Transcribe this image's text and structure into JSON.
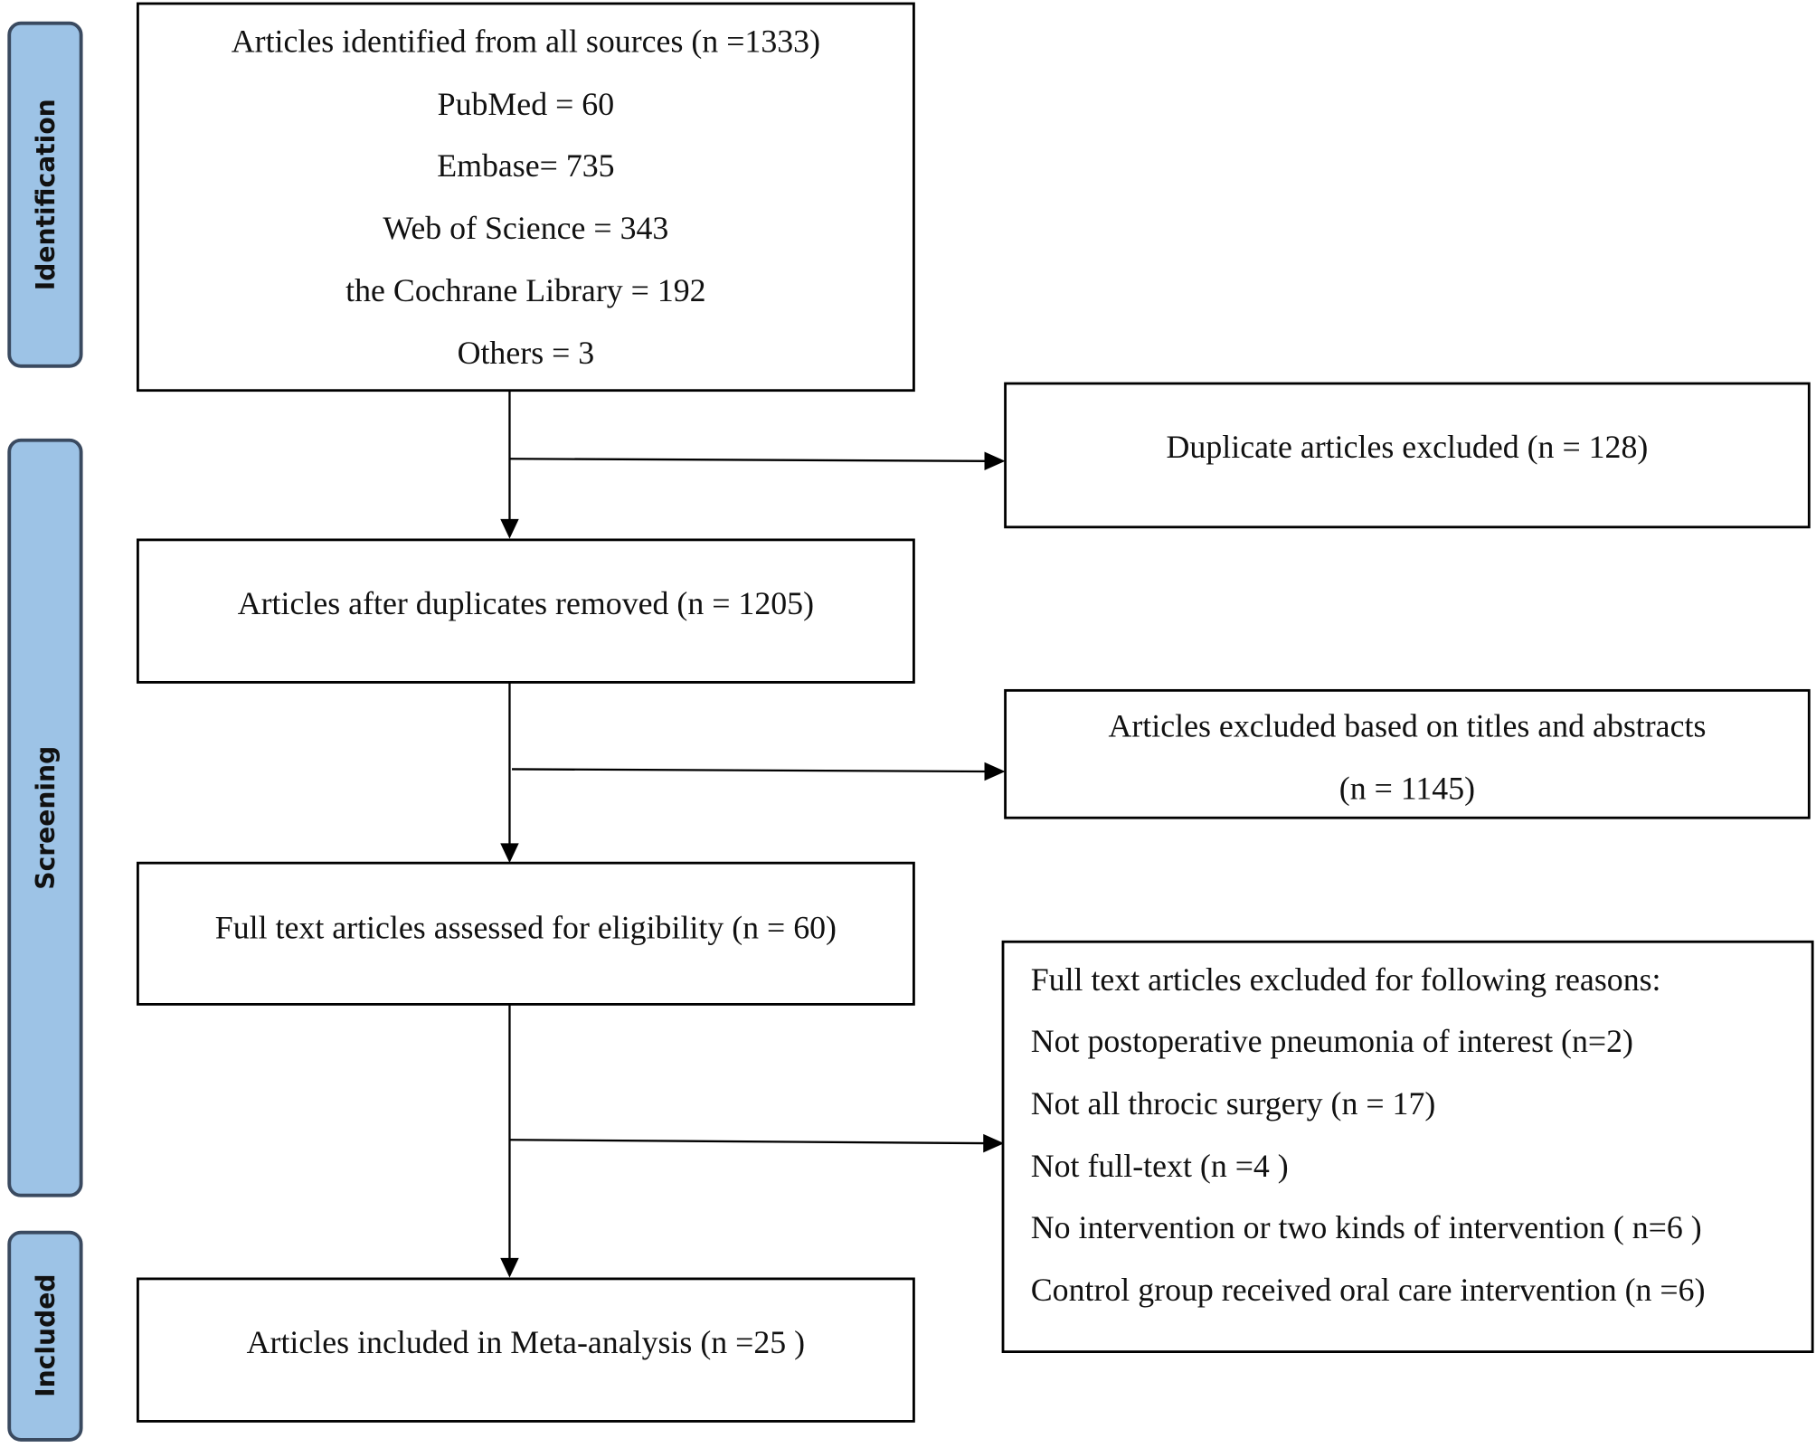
{
  "stages": {
    "identification": "Identification",
    "screening": "Screening",
    "included": "Included"
  },
  "colors": {
    "stage_fill": "#9dc3e6",
    "stage_border": "#3a4a60",
    "box_border": "#000000"
  },
  "identified": {
    "title": "Articles identified from all sources (n =1333)",
    "sources": [
      "PubMed = 60",
      "Embase= 735",
      "Web of Science = 343",
      "the Cochrane Library = 192",
      "Others = 3"
    ]
  },
  "duplicates_excluded": "Duplicate articles excluded (n = 128)",
  "after_duplicates": "Articles after duplicates removed (n = 1205)",
  "title_abstract_excluded": [
    "Articles excluded based on titles and abstracts",
    "(n = 1145)"
  ],
  "full_text_assessed": "Full text articles assessed for eligibility (n = 60)",
  "full_text_excluded": {
    "title": "Full text articles excluded for following reasons:",
    "reasons": [
      "Not postoperative pneumonia of interest (n=2)",
      "Not all throcic surgery (n = 17)",
      "Not full-text (n =4 )",
      "No intervention or two kinds of intervention ( n=6 )",
      "Control group received oral care intervention (n =6)"
    ]
  },
  "included_meta": "Articles included in Meta-analysis (n =25 )"
}
